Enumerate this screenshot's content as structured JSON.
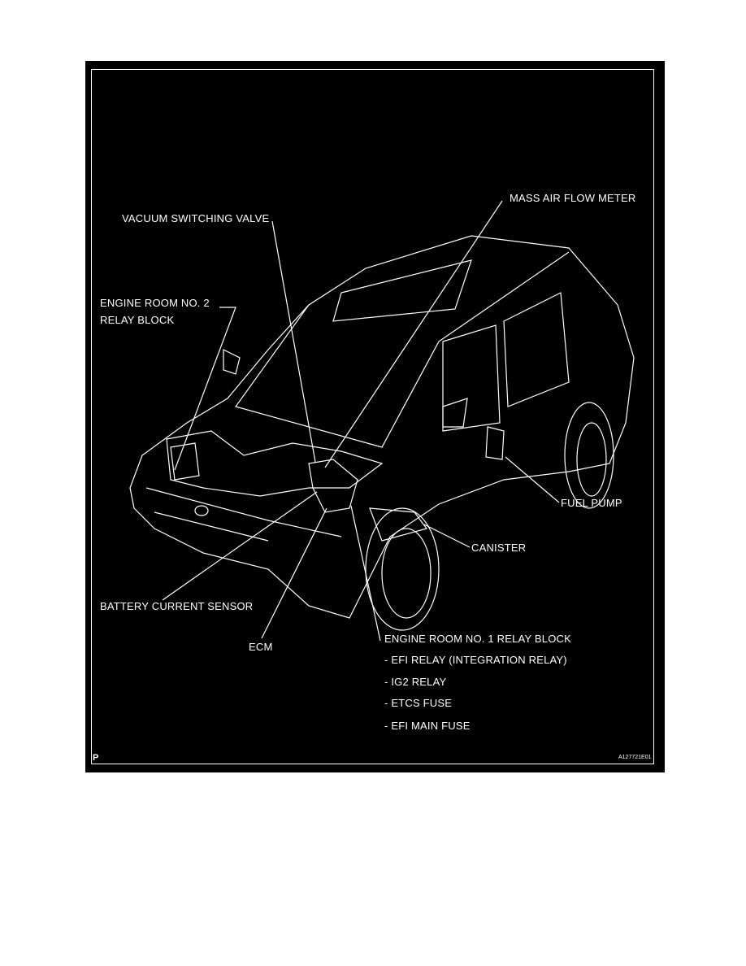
{
  "labels": {
    "vacuum_switching_valve": "VACUUM SWITCHING VALVE",
    "mass_air_flow_meter": "MASS AIR FLOW METER",
    "engine_room_no2_line1": "ENGINE ROOM NO. 2",
    "engine_room_no2_line2": "RELAY BLOCK",
    "fuel_pump": "FUEL PUMP",
    "canister": "CANISTER",
    "battery_current_sensor": "BATTERY CURRENT SENSOR",
    "ecm": "ECM",
    "engine_room_no1": "ENGINE ROOM NO. 1 RELAY BLOCK",
    "no1_items": [
      "- EFI RELAY (INTEGRATION RELAY)",
      "- IG2 RELAY",
      "- ETCS FUSE",
      "- EFI MAIN FUSE"
    ]
  },
  "corner_mark": "P",
  "figure_code": "A127721E01",
  "colors": {
    "background": "#000000",
    "lines": "#ffffff"
  }
}
